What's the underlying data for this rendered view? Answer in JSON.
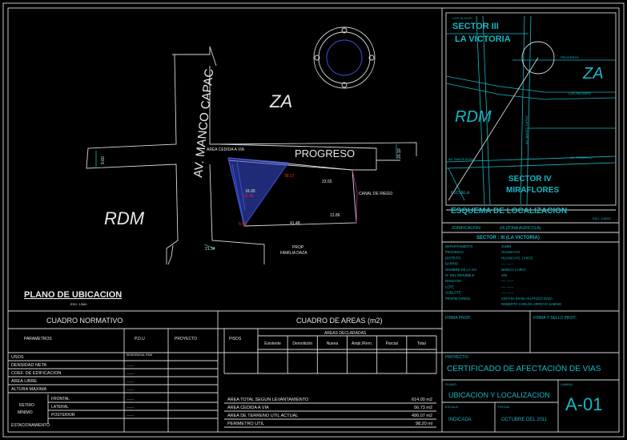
{
  "colors": {
    "background": "#000000",
    "line": "#17b8c4",
    "white": "#e8e8e8",
    "red": "#ff2020",
    "blue": "#3a4fd8",
    "magenta": "#c03090"
  },
  "plan": {
    "title": "PLANO DE UBICACION",
    "scale": "ESC: 1/500",
    "zone_za": "ZA",
    "zone_rdm": "RDM",
    "street_av": "AV. MANCO CAPAC",
    "street_progreso": "PROGRESO",
    "afectacion_label": "AREA CEDIDA A VIA",
    "canal_label": "CANAL DE RIEGO",
    "owner_label_1": "PROP.",
    "owner_label_2": "FAMILIA DAZA",
    "dim_top": "38.17",
    "dim_bottom": "41.48",
    "dim_left": "15.16",
    "dim_right": "23.55",
    "dim_small": "5.08",
    "dim_street_w1": "9.60",
    "dim_street_w2": "20.10",
    "dim_street_w3": "21.34",
    "dim_street_w4": "16.00",
    "dim_street_w5": "12.86"
  },
  "keymap": {
    "title": "ESQUEMA DE LOCALIZACION",
    "scale": "ESC: 1/5000",
    "sector_iii": "SECTOR III",
    "victoria": "LA VICTORIA",
    "sector_iv": "SECTOR IV",
    "miraflores": "MIRAFLORES",
    "za": "ZA",
    "rdm": "RDM",
    "streets": [
      "LOS OLIVOS",
      "PROGRESO",
      "AV. MANCO CAPAC",
      "LOS PACAEES",
      "AV. SANTA ROSA",
      "AV. FEDERICO",
      "ESCUELA"
    ]
  },
  "info": {
    "zonificacion_label": "ZONIFICACION",
    "zonificacion_value": "ZA (ZONA AGRICOLA)",
    "sector": "SECTOR : III (LA VICTORIA)",
    "rows": [
      {
        "label": "DEPARTAMENTO",
        "value": "JUNIN"
      },
      {
        "label": "PROVINCIA",
        "value": "HUANCAYO"
      },
      {
        "label": "DISTRITO",
        "value": "HUANCAYO, CHICO"
      },
      {
        "label": "BARRIO",
        "value": "---- ------"
      },
      {
        "label": "NOMBRE DE LA VIA",
        "value": "MANCO CAPAC"
      },
      {
        "label": "N° DEL INMUEBLE",
        "value": "S/N"
      },
      {
        "label": "MANZANA",
        "value": "---- ------"
      },
      {
        "label": "LOTE",
        "value": "---- ------"
      },
      {
        "label": "SUBLOTE",
        "value": "---- ------"
      },
      {
        "label": "PROPIETARIOS",
        "value": "CINTHIA DIANA HUATUCO DAZA"
      },
      {
        "label": "",
        "value": "ROBERTO CARLOS ARROYO SABINO"
      }
    ]
  },
  "normativo": {
    "title": "CUADRO NORMATIVO",
    "headers": [
      "PARAMETROS",
      "P.D.U",
      "PROYECTO"
    ],
    "rows": [
      "USOS",
      "DENSIDAD NETA",
      "COEF. DE EDIFICACION",
      "AREA LIBRE",
      "ALTURA MAXIMA"
    ],
    "usos_value": "RESIDENCIAL RDM",
    "retiro_label_1": "RETIRO",
    "retiro_label_2": "MINIMO",
    "retiros": [
      "FRONTAL",
      "LATERAL",
      "POSTERIOR"
    ],
    "estacionamiento": "ESTACIONAMIENTO",
    "blank": "-------"
  },
  "areas": {
    "title": "CUADRO DE AREAS (m2)",
    "pisos": "PISOS",
    "declaradas": "AREAS DECLARADAS",
    "cols": [
      "Existente",
      "Demolición",
      "Nueva",
      "Ampl./Rem.",
      "Parcial",
      "Total"
    ],
    "totals": [
      {
        "label": "AREA TOTAL SEGUN LEVANTAMIENTO",
        "value": "614.00 m2"
      },
      {
        "label": "AREA CEDIDA A VÍA",
        "value": "56.73 m2"
      },
      {
        "label": "AREA DE TERRENO UTIL ACTUAL",
        "value": "490.07 m2"
      },
      {
        "label": "PERIMETRO UTIL",
        "value": "98.20 ml"
      }
    ]
  },
  "titleblock": {
    "firma_prop": "FIRMA PROP:",
    "firma_sello": "FIRMA Y SELLO PROY:",
    "proyecto_label": "PROYECTO:",
    "proyecto": "CERTIFICADO DE AFECTACIÓN DE VIAS",
    "plano_label": "PLANO:",
    "plano": "UBICACION Y LOCALIZACION",
    "lamina_label": "LAMINA:",
    "lamina": "A-01",
    "escala_label": "ESCALA:",
    "escala": "INDICADA",
    "fecha_label": "FECHA:",
    "fecha": "OCTUBRE DEL 2011"
  }
}
